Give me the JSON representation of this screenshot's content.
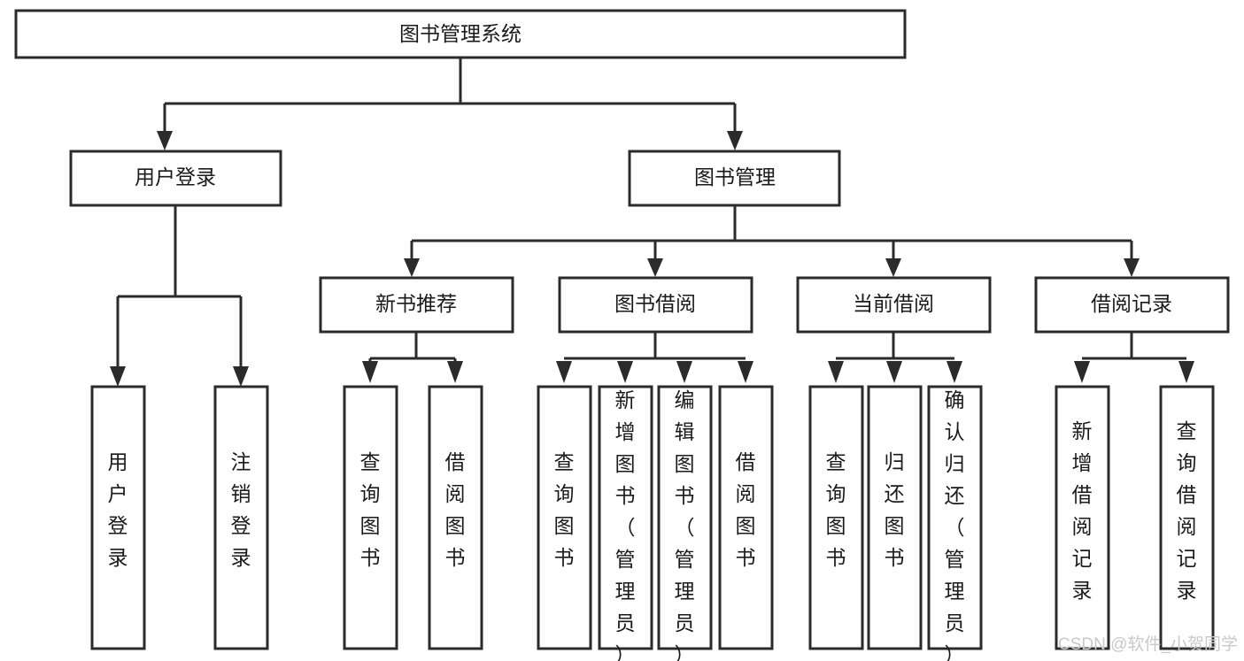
{
  "diagram": {
    "title": "图书管理系统",
    "type": "tree-hierarchy-diagram",
    "levels": {
      "level1": [
        {
          "id": "root",
          "label": "图书管理系统",
          "orientation": "horizontal"
        }
      ],
      "level2": [
        {
          "id": "user-login",
          "label": "用户登录",
          "orientation": "horizontal"
        },
        {
          "id": "book-management",
          "label": "图书管理",
          "orientation": "horizontal"
        }
      ],
      "level3": [
        {
          "id": "new-book-recommend",
          "label": "新书推荐",
          "orientation": "horizontal"
        },
        {
          "id": "book-borrow",
          "label": "图书借阅",
          "orientation": "horizontal"
        },
        {
          "id": "current-borrow",
          "label": "当前借阅",
          "orientation": "horizontal"
        },
        {
          "id": "borrow-record",
          "label": "借阅记录",
          "orientation": "horizontal"
        }
      ],
      "level4": [
        {
          "id": "leaf-user-login",
          "label": "用户登录",
          "orientation": "vertical",
          "parent": "user-login"
        },
        {
          "id": "leaf-user-logout",
          "label": "注销登录",
          "orientation": "vertical",
          "parent": "user-login"
        },
        {
          "id": "leaf-query-book-1",
          "label": "查询图书",
          "orientation": "vertical",
          "parent": "new-book-recommend"
        },
        {
          "id": "leaf-borrow-book-1",
          "label": "借阅图书",
          "orientation": "vertical",
          "parent": "new-book-recommend"
        },
        {
          "id": "leaf-query-book-2",
          "label": "查询图书",
          "orientation": "vertical",
          "parent": "book-borrow"
        },
        {
          "id": "leaf-add-book",
          "label": "新增图书（管理员）",
          "orientation": "vertical",
          "parent": "book-borrow"
        },
        {
          "id": "leaf-edit-book",
          "label": "编辑图书（管理员）",
          "orientation": "vertical",
          "parent": "book-borrow"
        },
        {
          "id": "leaf-borrow-book-2",
          "label": "借阅图书",
          "orientation": "vertical",
          "parent": "book-borrow"
        },
        {
          "id": "leaf-query-book-3",
          "label": "查询图书",
          "orientation": "vertical",
          "parent": "current-borrow"
        },
        {
          "id": "leaf-return-book",
          "label": "归还图书",
          "orientation": "vertical",
          "parent": "current-borrow"
        },
        {
          "id": "leaf-confirm-return",
          "label": "确认归还（管理员）",
          "orientation": "vertical",
          "parent": "current-borrow"
        },
        {
          "id": "leaf-add-record",
          "label": "新增借阅记录",
          "orientation": "vertical",
          "parent": "borrow-record"
        },
        {
          "id": "leaf-query-record",
          "label": "查询借阅记录",
          "orientation": "vertical",
          "parent": "borrow-record"
        }
      ]
    },
    "colors": {
      "box_stroke": "#2b2b2b",
      "box_fill": "#ffffff",
      "text": "#1a1a1a",
      "background": "#ffffff",
      "watermark": "#c9c9c9"
    }
  },
  "watermark": {
    "text": "CSDN @软件_小贺同学"
  }
}
